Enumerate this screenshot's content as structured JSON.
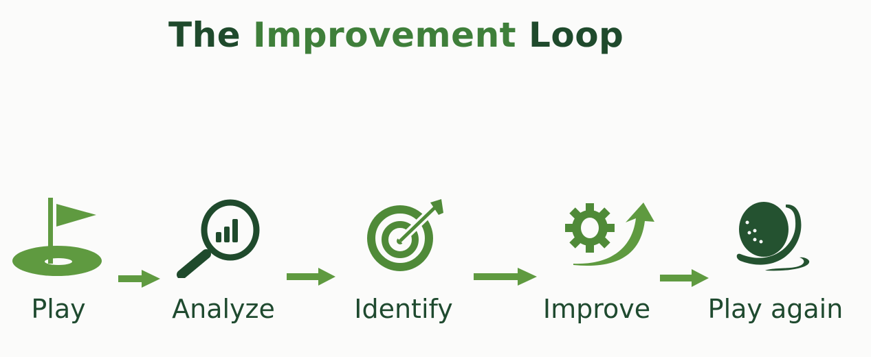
{
  "title": {
    "part1": "The",
    "accent": "Improvement",
    "part2": "Loop"
  },
  "colors": {
    "dark_green": "#1f4a2c",
    "mid_green": "#3f7f3a",
    "light_green": "#5f9a40"
  },
  "steps": [
    {
      "label": "Play",
      "icon": "golf-flag-icon"
    },
    {
      "label": "Analyze",
      "icon": "magnifier-chart-icon"
    },
    {
      "label": "Identify",
      "icon": "target-icon"
    },
    {
      "label": "Improve",
      "icon": "gear-arrow-icon"
    },
    {
      "label": "Play again",
      "icon": "golf-ball-icon"
    }
  ]
}
